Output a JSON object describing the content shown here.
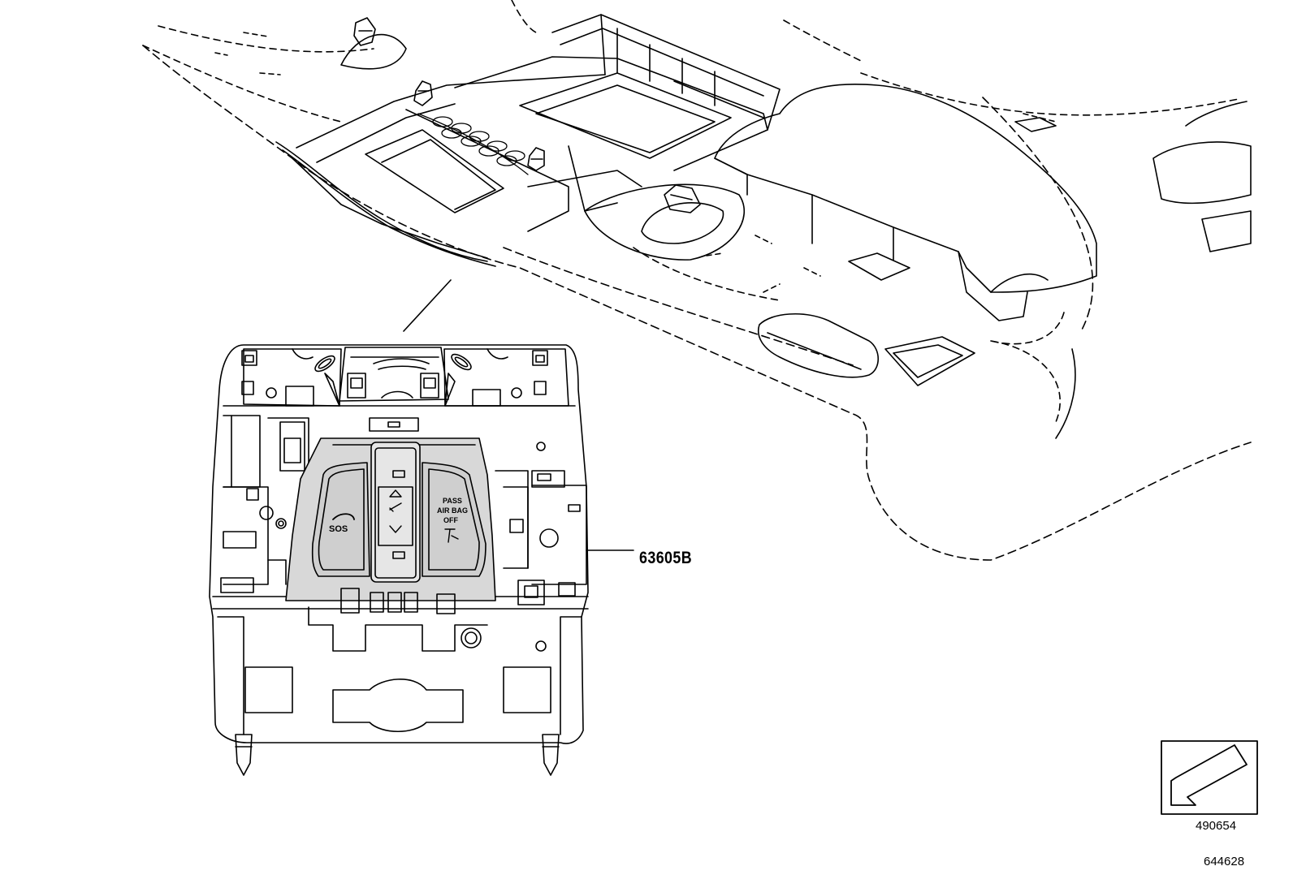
{
  "diagram": {
    "part_callout": "63605B",
    "orientation_ref": "490654",
    "illustration_ref": "644628",
    "console_buttons": {
      "sos": "SOS",
      "pass": "PASS",
      "airbag": "AIR BAG",
      "off": "OFF"
    }
  }
}
